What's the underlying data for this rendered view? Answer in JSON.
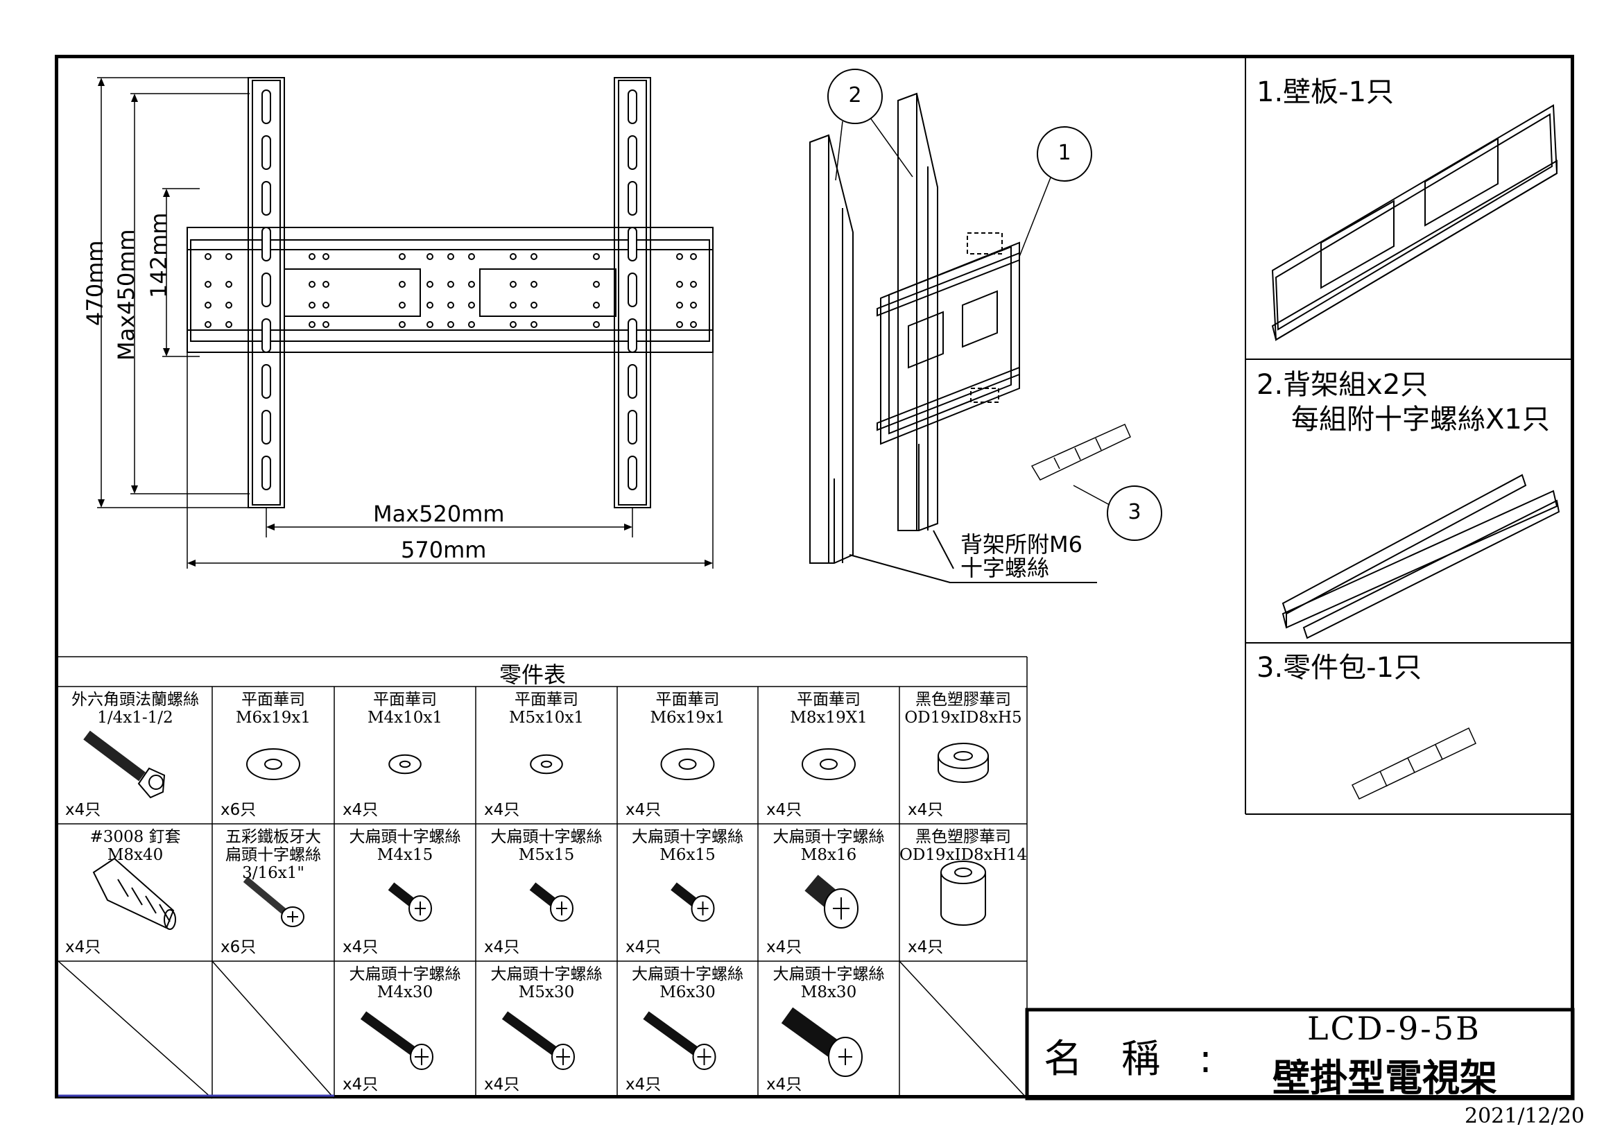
{
  "dimensions": {
    "h470": "470mm",
    "max450": "Max450mm",
    "h142": "142mm",
    "max520": "Max520mm",
    "w570": "570mm"
  },
  "callouts": [
    "2",
    "1",
    "3"
  ],
  "screw_note": [
    "背架所附M6",
    "十字螺絲"
  ],
  "parts_table": {
    "title": "零件表",
    "rows": [
      [
        {
          "name": [
            "外六角頭法蘭螺絲",
            "1/4x1-1/2"
          ],
          "qty": "x4只",
          "icon": "flange-bolt-icon"
        },
        {
          "name": [
            "平面華司",
            "M6x19x1"
          ],
          "qty": "x6只",
          "icon": "flat-washer-icon"
        },
        {
          "name": [
            "平面華司",
            "M4x10x1"
          ],
          "qty": "x4只",
          "icon": "flat-washer-icon"
        },
        {
          "name": [
            "平面華司",
            "M5x10x1"
          ],
          "qty": "x4只",
          "icon": "flat-washer-icon"
        },
        {
          "name": [
            "平面華司",
            "M6x19x1"
          ],
          "qty": "x4只",
          "icon": "flat-washer-icon"
        },
        {
          "name": [
            "平面華司",
            "M8x19X1"
          ],
          "qty": "x4只",
          "icon": "flat-washer-icon"
        },
        {
          "name": [
            "黑色塑膠華司",
            "OD19xID8xH5"
          ],
          "qty": "x4只",
          "icon": "plastic-spacer-icon"
        }
      ],
      [
        {
          "name": [
            "#3008 釘套",
            "M8x40"
          ],
          "qty": "x4只",
          "icon": "wall-anchor-icon"
        },
        {
          "name": [
            "五彩鐵板牙大",
            "扁頭十字螺絲",
            "3/16x1\""
          ],
          "qty": "x6只",
          "icon": "tapping-screw-icon"
        },
        {
          "name": [
            "大扁頭十字螺絲",
            "M4x15"
          ],
          "qty": "x4只",
          "icon": "short-screw-icon"
        },
        {
          "name": [
            "大扁頭十字螺絲",
            "M5x15"
          ],
          "qty": "x4只",
          "icon": "short-screw-icon"
        },
        {
          "name": [
            "大扁頭十字螺絲",
            "M6x15"
          ],
          "qty": "x4只",
          "icon": "short-screw-icon"
        },
        {
          "name": [
            "大扁頭十字螺絲",
            "M8x16"
          ],
          "qty": "x4只",
          "icon": "large-screw-icon"
        },
        {
          "name": [
            "黑色塑膠華司",
            "OD19xID8xH14"
          ],
          "qty": "x4只",
          "icon": "plastic-spacer-tall-icon"
        }
      ],
      [
        {
          "name": [],
          "qty": "",
          "icon": ""
        },
        {
          "name": [],
          "qty": "",
          "icon": ""
        },
        {
          "name": [
            "大扁頭十字螺絲",
            "M4x30"
          ],
          "qty": "x4只",
          "icon": "long-screw-icon"
        },
        {
          "name": [
            "大扁頭十字螺絲",
            "M5x30"
          ],
          "qty": "x4只",
          "icon": "long-screw-icon"
        },
        {
          "name": [
            "大扁頭十字螺絲",
            "M6x30"
          ],
          "qty": "x4只",
          "icon": "long-screw-icon"
        },
        {
          "name": [
            "大扁頭十字螺絲",
            "M8x30"
          ],
          "qty": "x4只",
          "icon": "long-screw-icon"
        },
        {
          "name": [],
          "qty": "",
          "icon": ""
        }
      ]
    ]
  },
  "package_list": [
    {
      "label": "1.壁板-1只"
    },
    {
      "label": "2.背架組x2只",
      "sub": "每組附十字螺絲X1只"
    },
    {
      "label": "3.零件包-1只"
    }
  ],
  "title_block": {
    "name_label": "名　稱　:",
    "model": "LCD-9-5B",
    "product": "壁掛型電視架"
  },
  "date": "2021/12/20"
}
